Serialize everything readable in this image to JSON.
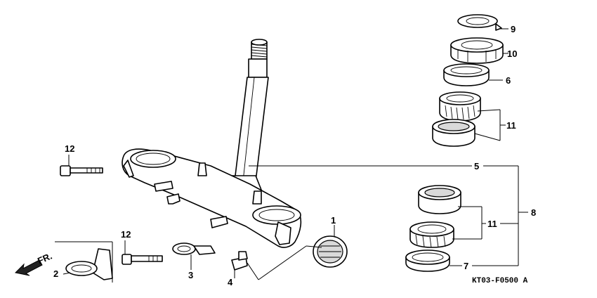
{
  "diagram": {
    "code": "KT03-F0500 A",
    "direction_label": "FR.",
    "callouts": [
      {
        "id": "c1",
        "text": "1"
      },
      {
        "id": "c2",
        "text": "2"
      },
      {
        "id": "c3",
        "text": "3"
      },
      {
        "id": "c4",
        "text": "4"
      },
      {
        "id": "c5",
        "text": "5"
      },
      {
        "id": "c6",
        "text": "6"
      },
      {
        "id": "c7",
        "text": "7"
      },
      {
        "id": "c8",
        "text": "8"
      },
      {
        "id": "c9",
        "text": "9"
      },
      {
        "id": "c10",
        "text": "10"
      },
      {
        "id": "c11a",
        "text": "11"
      },
      {
        "id": "c11b",
        "text": "11"
      },
      {
        "id": "c12a",
        "text": "12"
      },
      {
        "id": "c12b",
        "text": "12"
      }
    ]
  }
}
